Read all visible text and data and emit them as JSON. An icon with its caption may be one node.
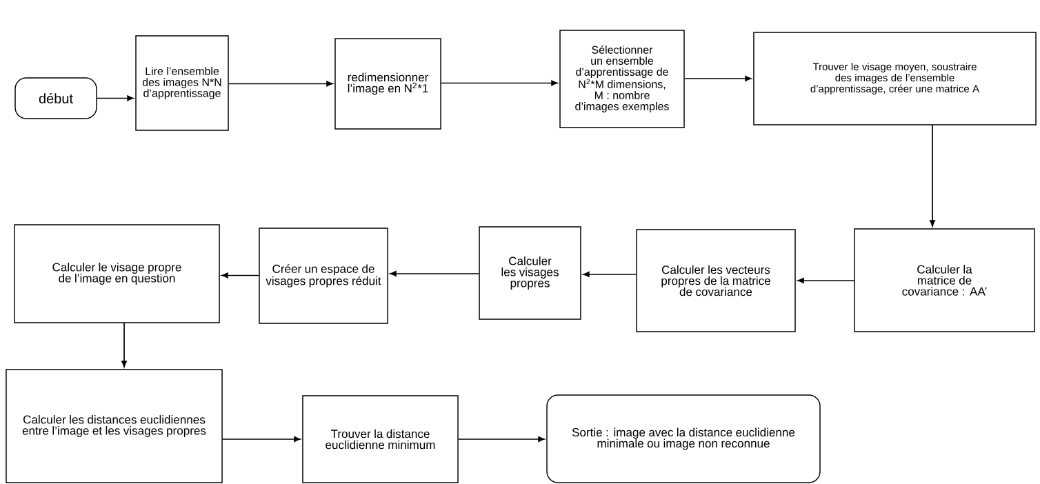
{
  "diagram": {
    "nodes": [
      {
        "text": [
          "début"
        ]
      },
      {
        "text": [
          "Lire l’ensemble des images N*N d’apprentissage"
        ]
      },
      {
        "text": [
          "redimensionner l’image en N$^{2}$*1"
        ]
      },
      {
        "text": [
          "Sélectionner un ensemble d’apprentissage de N$^{2}$*M dimensions, M : nombre d’images exemples"
        ]
      },
      {
        "text": [
          "Trouver le visage moyen, soustraire des images de l’ensemble d’apprentissage, créer une matrice A"
        ]
      },
      {
        "text": [
          "Calculer la matrice de covariance : AA’"
        ]
      },
      {
        "text": [
          "Calculer les vecteurs propres de la matrice de covariance"
        ]
      },
      {
        "text": [
          "Calculer les visages propres"
        ]
      },
      {
        "text": [
          "Créer un espace de visages propres réduit"
        ]
      },
      {
        "text": [
          "Calculer le visage propre de l’image en question"
        ]
      },
      {
        "text": [
          "Calculer les distances euclidiennes entre l’image et les visages propres"
        ]
      },
      {
        "text": [
          "Trouver la distance euclidienne minimum"
        ]
      },
      {
        "text": [
          "Sortie : image avec la distance euclidienne minimale ou image non reconnue"
        ]
      }
    ],
    "edges": [
      {
        "from": 0,
        "to": 1,
        "arrow": "to"
      },
      {
        "from": 1,
        "to": 2,
        "arrow": "to"
      },
      {
        "from": 2,
        "to": 3,
        "arrow": "to"
      },
      {
        "from": 3,
        "to": 4,
        "arrow": "to"
      },
      {
        "from": 4,
        "to": 5,
        "arrow": "to"
      },
      {
        "from": 5,
        "to": 6,
        "arrow": "to"
      },
      {
        "from": 6,
        "to": 7,
        "arrow": "to"
      },
      {
        "from": 7,
        "to": 8,
        "arrow": "to"
      },
      {
        "from": 8,
        "to": 9,
        "arrow": "to"
      },
      {
        "from": 9,
        "to": 10,
        "arrow": "to"
      },
      {
        "from": 10,
        "to": 11,
        "arrow": "to"
      },
      {
        "from": 11,
        "to": 12,
        "arrow": "to"
      }
    ]
  }
}
